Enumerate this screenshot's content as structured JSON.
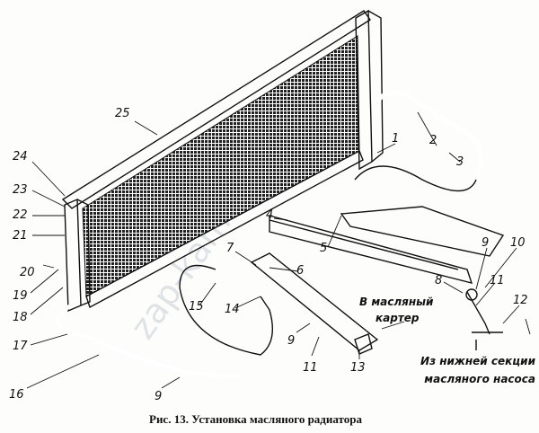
{
  "figure": {
    "caption": "Рис. 13. Установка масляного радиатора",
    "watermark": "zap-kam.ru",
    "notes": {
      "to_crankcase_line1": "В масляный",
      "to_crankcase_line2": "картер",
      "from_pump_line1": "Из нижней секции",
      "from_pump_line2": "масляного насоса"
    },
    "callouts": [
      "25",
      "24",
      "23",
      "22",
      "21",
      "20",
      "19",
      "18",
      "17",
      "16",
      "1",
      "2",
      "3",
      "4",
      "5",
      "6",
      "7",
      "8",
      "9",
      "10",
      "11",
      "12",
      "13",
      "11",
      "9",
      "14",
      "15",
      "9"
    ]
  }
}
